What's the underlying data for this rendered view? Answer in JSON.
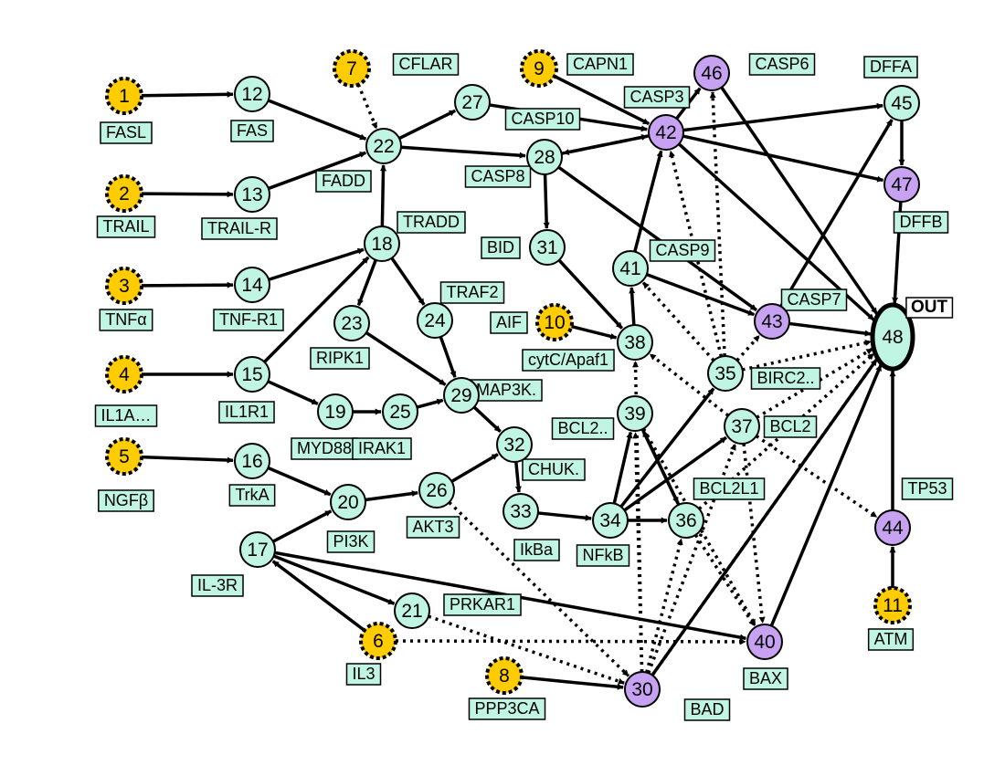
{
  "colors": {
    "input": "#FFCC00",
    "intermediate": "#BFF5E2",
    "caspase": "#C8A2F2",
    "label_fill": "#BFF5E2",
    "stroke": "#000000"
  },
  "output_label": "OUT",
  "nodes": [
    {
      "id": "1",
      "type": "input",
      "label": "FASL"
    },
    {
      "id": "2",
      "type": "input",
      "label": "TRAIL"
    },
    {
      "id": "3",
      "type": "input",
      "label": "TNFα"
    },
    {
      "id": "4",
      "type": "input",
      "label": "IL1A…"
    },
    {
      "id": "5",
      "type": "input",
      "label": "NGFβ"
    },
    {
      "id": "6",
      "type": "input",
      "label": "IL3"
    },
    {
      "id": "7",
      "type": "input",
      "label": "CFLAR"
    },
    {
      "id": "8",
      "type": "input",
      "label": "PPP3CA"
    },
    {
      "id": "9",
      "type": "input",
      "label": "CAPN1"
    },
    {
      "id": "10",
      "type": "input",
      "label": "AIF"
    },
    {
      "id": "11",
      "type": "input",
      "label": "ATM"
    },
    {
      "id": "12",
      "type": "intermediate",
      "label": "FAS"
    },
    {
      "id": "13",
      "type": "intermediate",
      "label": "TRAIL-R"
    },
    {
      "id": "14",
      "type": "intermediate",
      "label": "TNF-R1"
    },
    {
      "id": "15",
      "type": "intermediate",
      "label": "IL1R1"
    },
    {
      "id": "16",
      "type": "intermediate",
      "label": "TrkA"
    },
    {
      "id": "17",
      "type": "intermediate",
      "label": "IL-3R"
    },
    {
      "id": "18",
      "type": "intermediate",
      "label": "TRADD"
    },
    {
      "id": "19",
      "type": "intermediate",
      "label": "MYD88"
    },
    {
      "id": "20",
      "type": "intermediate",
      "label": "PI3K"
    },
    {
      "id": "21",
      "type": "intermediate",
      "label": "PRKAR1"
    },
    {
      "id": "22",
      "type": "intermediate",
      "label": "FADD"
    },
    {
      "id": "23",
      "type": "intermediate",
      "label": "RIPK1"
    },
    {
      "id": "24",
      "type": "intermediate",
      "label": "TRAF2"
    },
    {
      "id": "25",
      "type": "intermediate",
      "label": "IRAK1"
    },
    {
      "id": "26",
      "type": "intermediate",
      "label": "AKT3"
    },
    {
      "id": "27",
      "type": "intermediate",
      "label": "CASP10"
    },
    {
      "id": "28",
      "type": "intermediate",
      "label": "CASP8"
    },
    {
      "id": "29",
      "type": "intermediate",
      "label": "MAP3K."
    },
    {
      "id": "30",
      "type": "caspase",
      "label": "BAD"
    },
    {
      "id": "31",
      "type": "intermediate",
      "label": "BID"
    },
    {
      "id": "32",
      "type": "intermediate",
      "label": "CHUK."
    },
    {
      "id": "33",
      "type": "intermediate",
      "label": "IkBa"
    },
    {
      "id": "34",
      "type": "intermediate",
      "label": "NFkB"
    },
    {
      "id": "35",
      "type": "intermediate",
      "label": "BIRC2.."
    },
    {
      "id": "36",
      "type": "intermediate",
      "label": "BCL2L1"
    },
    {
      "id": "37",
      "type": "intermediate",
      "label": "BCL2"
    },
    {
      "id": "38",
      "type": "intermediate",
      "label": "cytC/Apaf1"
    },
    {
      "id": "39",
      "type": "intermediate",
      "label": "BCL2.."
    },
    {
      "id": "40",
      "type": "caspase",
      "label": "BAX"
    },
    {
      "id": "41",
      "type": "intermediate",
      "label": "CASP9"
    },
    {
      "id": "42",
      "type": "caspase",
      "label": "CASP3"
    },
    {
      "id": "43",
      "type": "caspase",
      "label": "CASP7"
    },
    {
      "id": "44",
      "type": "caspase",
      "label": "TP53"
    },
    {
      "id": "45",
      "type": "intermediate",
      "label": "DFFA"
    },
    {
      "id": "46",
      "type": "caspase",
      "label": "CASP6"
    },
    {
      "id": "47",
      "type": "caspase",
      "label": "DFFB"
    },
    {
      "id": "48",
      "type": "output",
      "label": ""
    }
  ],
  "edges": [
    {
      "from": "1",
      "to": "12",
      "style": "solid"
    },
    {
      "from": "2",
      "to": "13",
      "style": "solid"
    },
    {
      "from": "3",
      "to": "14",
      "style": "solid"
    },
    {
      "from": "4",
      "to": "15",
      "style": "solid"
    },
    {
      "from": "5",
      "to": "16",
      "style": "solid"
    },
    {
      "from": "7",
      "to": "22",
      "style": "dotted"
    },
    {
      "from": "9",
      "to": "42",
      "style": "solid"
    },
    {
      "from": "10",
      "to": "38",
      "style": "solid"
    },
    {
      "from": "11",
      "to": "44",
      "style": "solid"
    },
    {
      "from": "8",
      "to": "30",
      "style": "solid"
    },
    {
      "from": "12",
      "to": "22",
      "style": "solid"
    },
    {
      "from": "13",
      "to": "22",
      "style": "solid"
    },
    {
      "from": "14",
      "to": "18",
      "style": "solid"
    },
    {
      "from": "15",
      "to": "18",
      "style": "solid"
    },
    {
      "from": "15",
      "to": "19",
      "style": "solid"
    },
    {
      "from": "16",
      "to": "20",
      "style": "solid"
    },
    {
      "from": "17",
      "to": "20",
      "style": "solid"
    },
    {
      "from": "17",
      "to": "21",
      "style": "solid"
    },
    {
      "from": "17",
      "to": "40",
      "style": "solid"
    },
    {
      "from": "6",
      "to": "17",
      "style": "solid"
    },
    {
      "from": "18",
      "to": "22",
      "style": "solid"
    },
    {
      "from": "18",
      "to": "23",
      "style": "solid"
    },
    {
      "from": "18",
      "to": "24",
      "style": "solid"
    },
    {
      "from": "19",
      "to": "25",
      "style": "solid"
    },
    {
      "from": "25",
      "to": "29",
      "style": "solid"
    },
    {
      "from": "23",
      "to": "29",
      "style": "solid"
    },
    {
      "from": "24",
      "to": "29",
      "style": "solid"
    },
    {
      "from": "20",
      "to": "26",
      "style": "solid"
    },
    {
      "from": "26",
      "to": "32",
      "style": "solid"
    },
    {
      "from": "29",
      "to": "32",
      "style": "solid"
    },
    {
      "from": "32",
      "to": "33",
      "style": "solid"
    },
    {
      "from": "33",
      "to": "34",
      "style": "solid"
    },
    {
      "from": "34",
      "to": "36",
      "style": "solid"
    },
    {
      "from": "34",
      "to": "37",
      "style": "solid"
    },
    {
      "from": "34",
      "to": "35",
      "style": "solid"
    },
    {
      "from": "34",
      "to": "39",
      "style": "solid"
    },
    {
      "from": "22",
      "to": "27",
      "style": "solid"
    },
    {
      "from": "22",
      "to": "28",
      "style": "solid"
    },
    {
      "from": "27",
      "to": "42",
      "style": "solid"
    },
    {
      "from": "28",
      "to": "42",
      "style": "solid"
    },
    {
      "from": "42",
      "to": "28",
      "style": "dashed"
    },
    {
      "from": "28",
      "to": "31",
      "style": "solid"
    },
    {
      "from": "28",
      "to": "43",
      "style": "solid"
    },
    {
      "from": "31",
      "to": "38",
      "style": "solid"
    },
    {
      "from": "38",
      "to": "41",
      "style": "solid"
    },
    {
      "from": "41",
      "to": "42",
      "style": "solid"
    },
    {
      "from": "41",
      "to": "43",
      "style": "solid"
    },
    {
      "from": "42",
      "to": "46",
      "style": "solid"
    },
    {
      "from": "42",
      "to": "45",
      "style": "solid"
    },
    {
      "from": "42",
      "to": "47",
      "style": "solid"
    },
    {
      "from": "42",
      "to": "48",
      "style": "solid"
    },
    {
      "from": "43",
      "to": "45",
      "style": "solid"
    },
    {
      "from": "43",
      "to": "48",
      "style": "solid"
    },
    {
      "from": "45",
      "to": "47",
      "style": "solid"
    },
    {
      "from": "46",
      "to": "48",
      "style": "solid"
    },
    {
      "from": "47",
      "to": "48",
      "style": "solid"
    },
    {
      "from": "44",
      "to": "48",
      "style": "solid"
    },
    {
      "from": "11",
      "to": "44",
      "style": "solid"
    },
    {
      "from": "30",
      "to": "48",
      "style": "solid"
    },
    {
      "from": "40",
      "to": "48",
      "style": "solid"
    },
    {
      "from": "35",
      "to": "41",
      "style": "dotted"
    },
    {
      "from": "35",
      "to": "42",
      "style": "dotted"
    },
    {
      "from": "35",
      "to": "43",
      "style": "dotted"
    },
    {
      "from": "35",
      "to": "46",
      "style": "dotted"
    },
    {
      "from": "35",
      "to": "48",
      "style": "dotted"
    },
    {
      "from": "37",
      "to": "38",
      "style": "dotted"
    },
    {
      "from": "37",
      "to": "40",
      "style": "dotted"
    },
    {
      "from": "37",
      "to": "44",
      "style": "dotted"
    },
    {
      "from": "37",
      "to": "48",
      "style": "dotted"
    },
    {
      "from": "36",
      "to": "48",
      "style": "dotted"
    },
    {
      "from": "39",
      "to": "40",
      "style": "dotted"
    },
    {
      "from": "36",
      "to": "40",
      "style": "dotted"
    },
    {
      "from": "26",
      "to": "30",
      "style": "dotted"
    },
    {
      "from": "21",
      "to": "30",
      "style": "dotted"
    },
    {
      "from": "6",
      "to": "40",
      "style": "dotted"
    },
    {
      "from": "30",
      "to": "36",
      "style": "dotted"
    },
    {
      "from": "30",
      "to": "37",
      "style": "dotted"
    },
    {
      "from": "30",
      "to": "38",
      "style": "dotted"
    },
    {
      "from": "30",
      "to": "39",
      "style": "dotted"
    },
    {
      "from": "30",
      "to": "48",
      "style": "dotted"
    },
    {
      "from": "39",
      "to": "36",
      "style": "solid"
    },
    {
      "from": "36",
      "to": "39",
      "style": "solid"
    }
  ]
}
